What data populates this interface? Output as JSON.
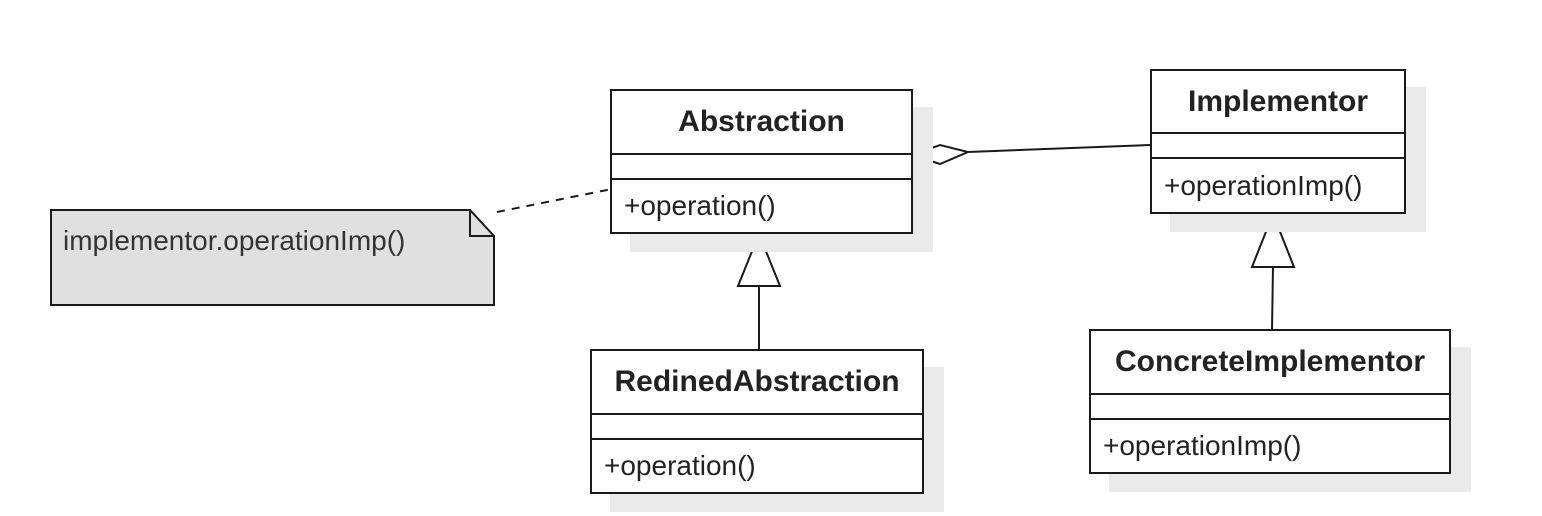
{
  "classes": {
    "abstraction": {
      "name": "Abstraction",
      "operation": "+operation()"
    },
    "implementor": {
      "name": "Implementor",
      "operation": "+operationImp()"
    },
    "refined": {
      "name": "RedinedAbstraction",
      "operation": "+operation()"
    },
    "concrete": {
      "name": "ConcreteImplementor",
      "operation": "+operationImp()"
    }
  },
  "note": {
    "text": "implementor.operationImp()",
    "fill_color": "#e0e0e0"
  },
  "relations": [
    {
      "type": "aggregation",
      "from": "Abstraction",
      "to": "Implementor"
    },
    {
      "type": "generalization",
      "from": "RedinedAbstraction",
      "to": "Abstraction"
    },
    {
      "type": "generalization",
      "from": "ConcreteImplementor",
      "to": "Implementor"
    },
    {
      "type": "note-link",
      "from": "note",
      "to": "Abstraction"
    }
  ]
}
